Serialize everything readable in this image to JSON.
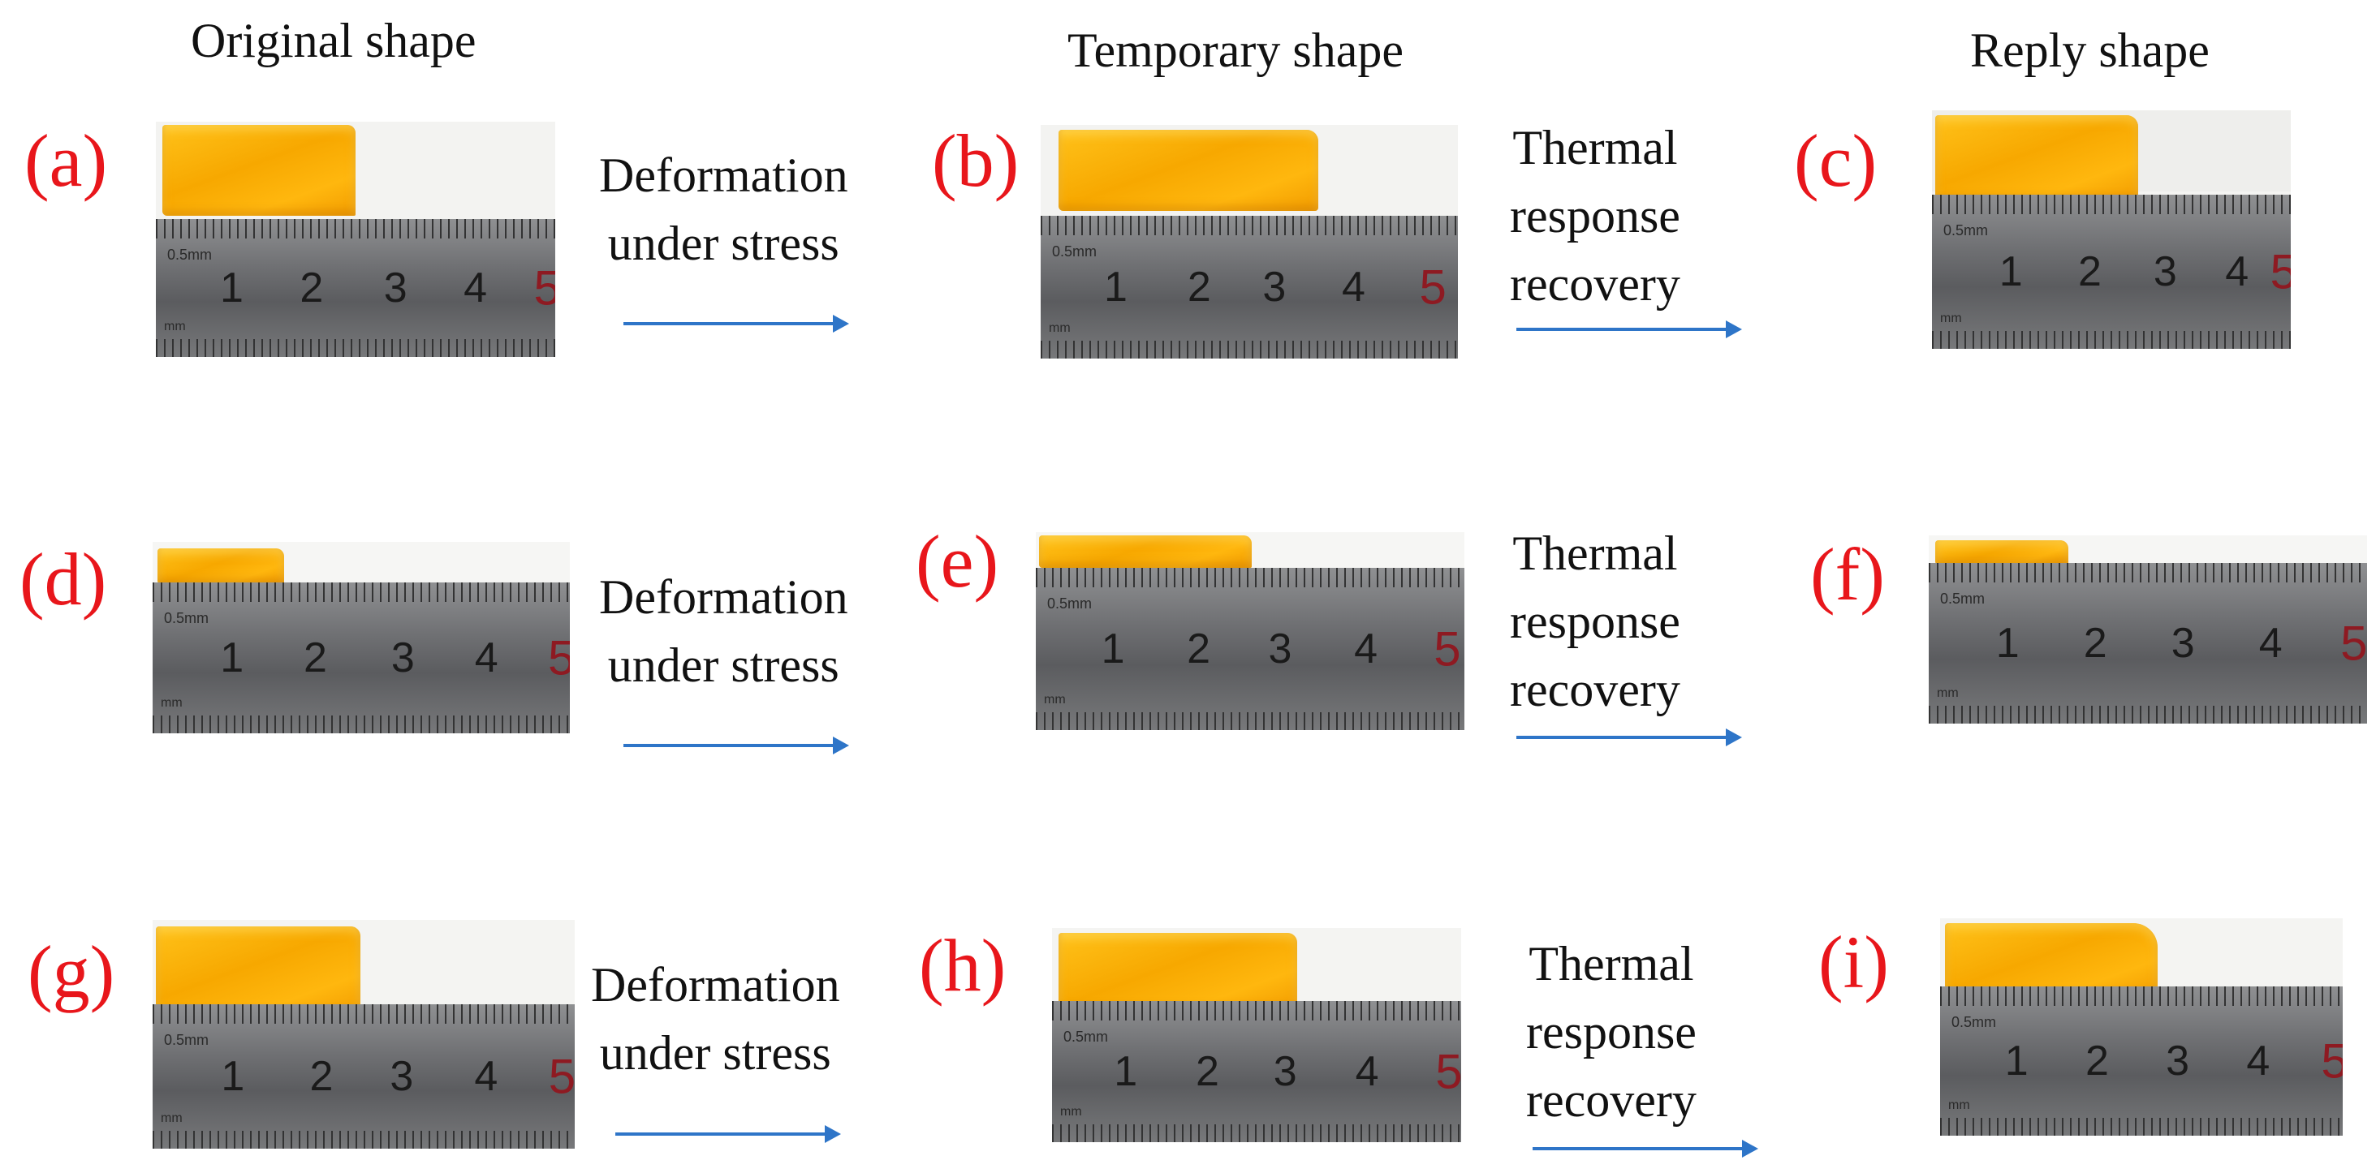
{
  "columns": {
    "original": "Original shape",
    "temporary": "Temporary shape",
    "reply": "Reply shape"
  },
  "steps": {
    "deformation": [
      "Deformation",
      "under stress"
    ],
    "recovery": [
      "Thermal",
      "response",
      "recovery"
    ]
  },
  "ruler": {
    "numbers": [
      "1",
      "2",
      "3",
      "4",
      "5"
    ],
    "scale_mark": "0.5mm",
    "unit_mark": "mm"
  },
  "panels": {
    "a": "(a)",
    "b": "(b)",
    "c": "(c)",
    "d": "(d)",
    "e": "(e)",
    "f": "(f)",
    "g": "(g)",
    "h": "(h)",
    "i": "(i)"
  },
  "colors": {
    "label": "#e8161b",
    "arrow": "#2e75c8",
    "sample": "#f7a800",
    "ruler_red_digit": "#8e1a22"
  }
}
